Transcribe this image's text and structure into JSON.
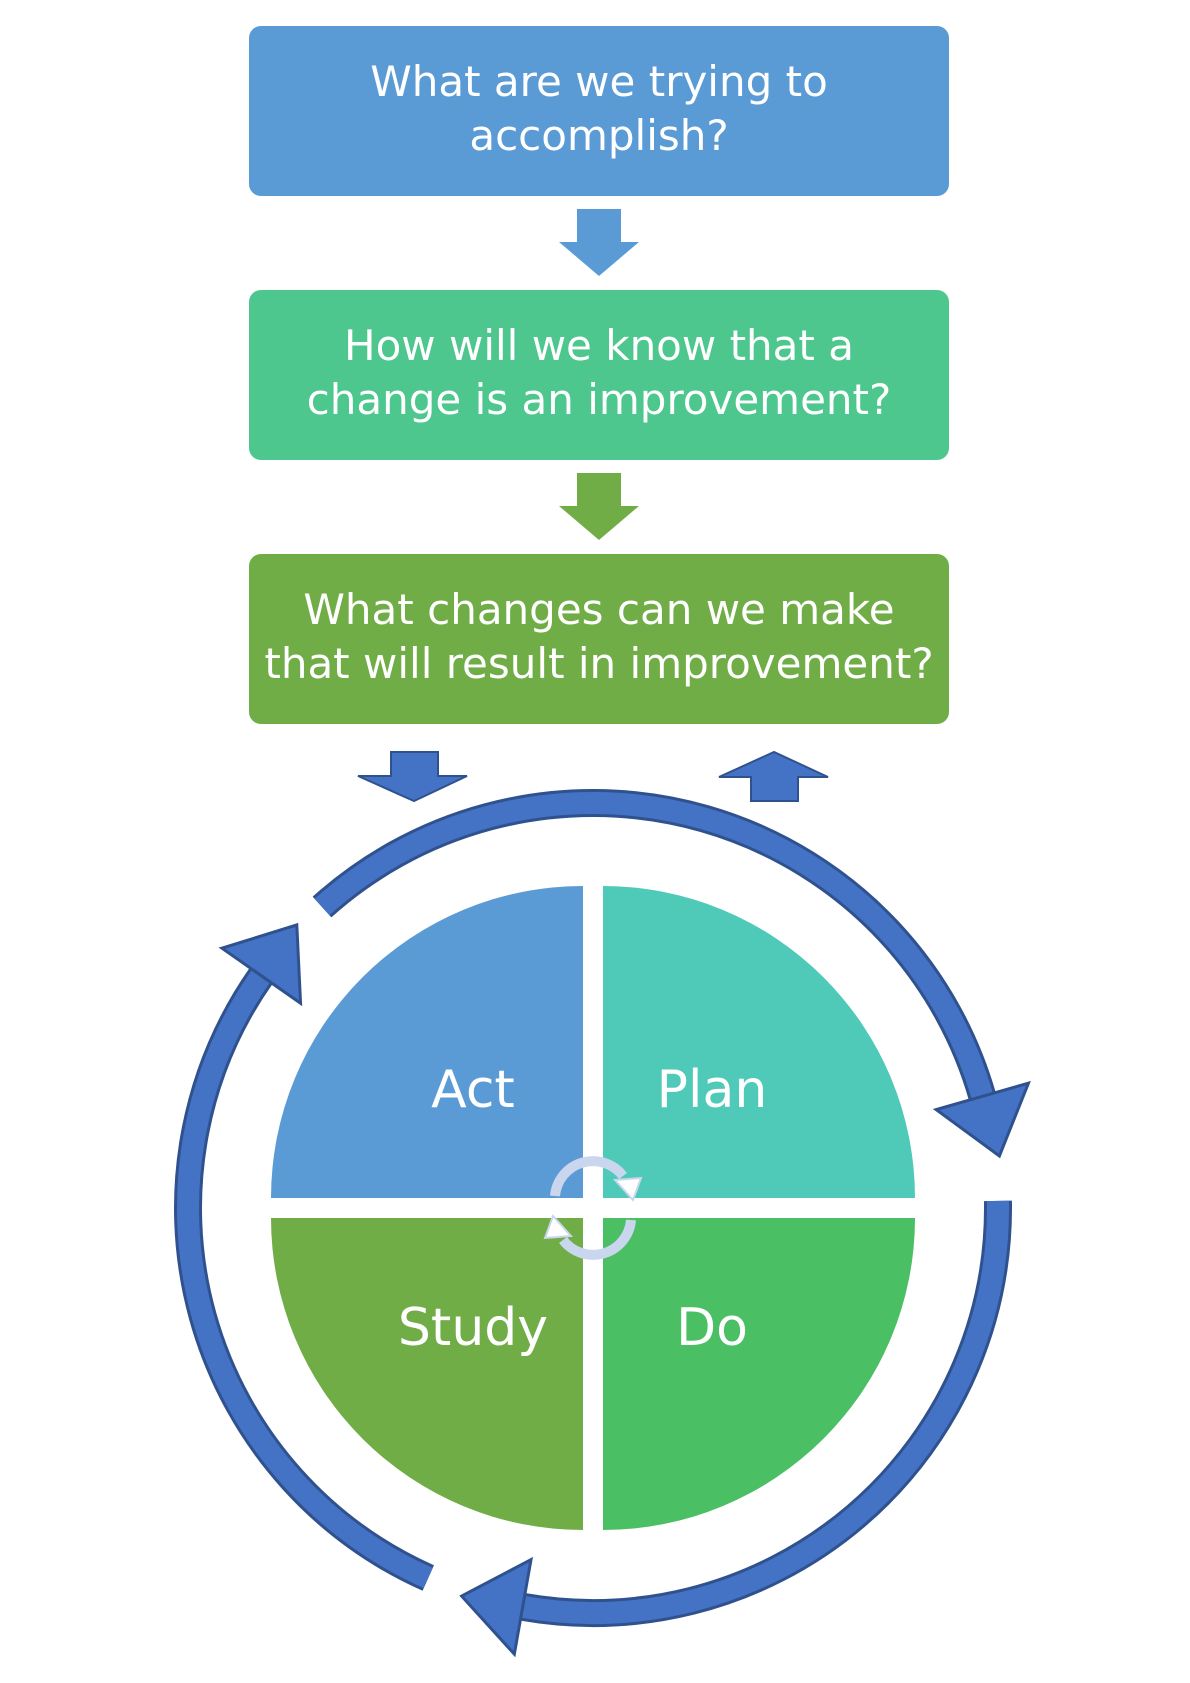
{
  "questions": [
    {
      "lines": [
        "What are we trying to",
        "accomplish?"
      ],
      "color": "#5B9BD5"
    },
    {
      "lines": [
        "How will we know that a",
        "change is an improvement?"
      ],
      "color": "#4EC78E"
    },
    {
      "lines": [
        "What changes can we make",
        "that will result in improvement?"
      ],
      "color": "#70AD47"
    }
  ],
  "cycle": {
    "act": {
      "label": "Act",
      "color": "#5B9BD5"
    },
    "plan": {
      "label": "Plan",
      "color": "#4FC9B8"
    },
    "study": {
      "label": "Study",
      "color": "#70AD47"
    },
    "do": {
      "label": "Do",
      "color": "#4BBF64"
    },
    "ring_color": "#4472C4",
    "ring_outline": "#2F528F"
  }
}
